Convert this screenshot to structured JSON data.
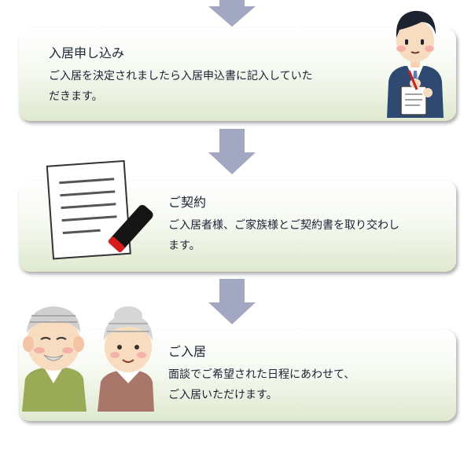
{
  "steps": [
    {
      "title": "入居申し込み",
      "desc": [
        "ご入居を決定されましたら入居申込書に記入していた",
        "だきます。"
      ],
      "illustration": "man-writing-icon"
    },
    {
      "title": "ご契約",
      "desc": [
        "ご入居者様、ご家族様とご契約書を取り交わし",
        "ます。"
      ],
      "illustration": "contract-stamp-icon"
    },
    {
      "title": "ご入居",
      "desc": [
        "面談でご希望された日程にあわせて、",
        "ご入居いただけます。"
      ],
      "illustration": "elderly-couple-icon"
    }
  ],
  "colors": {
    "arrow": "#a3a8c2",
    "card_bottom": "#dfe9cf",
    "text": "#1a2233"
  }
}
